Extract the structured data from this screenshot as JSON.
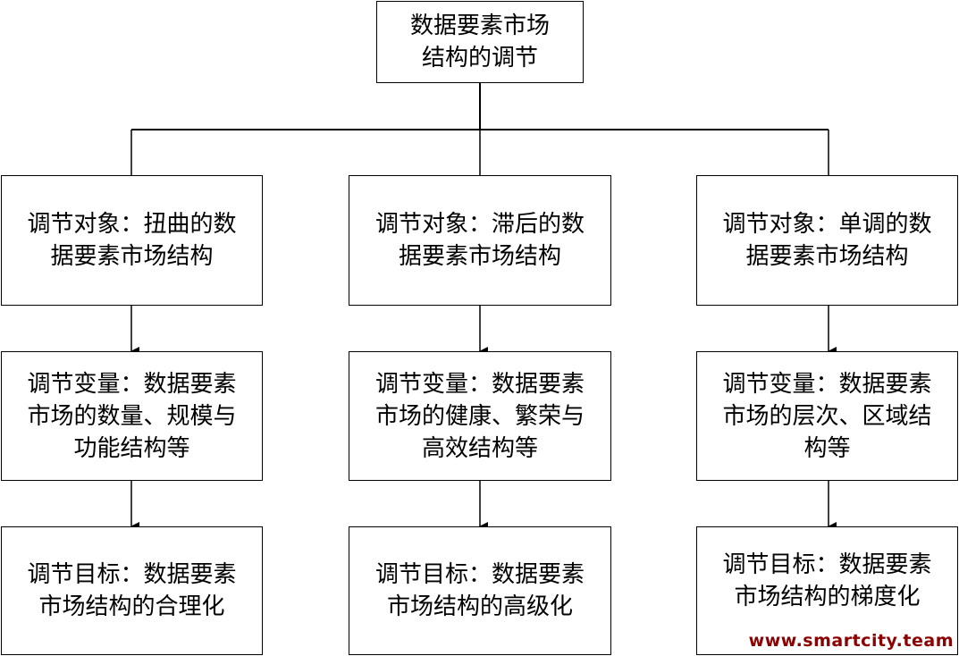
{
  "root": {
    "line1": "数据要素市场",
    "line2": "结构的调节"
  },
  "columns": [
    {
      "object": {
        "line1": "调节对象：扭曲的数",
        "line2": "据要素市场结构"
      },
      "variable": {
        "line1": "调节变量：数据要素",
        "line2": "市场的数量、规模与",
        "line3": "功能结构等"
      },
      "goal": {
        "line1": "调节目标：数据要素",
        "line2": "市场结构的合理化"
      }
    },
    {
      "object": {
        "line1": "调节对象：滞后的数",
        "line2": "据要素市场结构"
      },
      "variable": {
        "line1": "调节变量：数据要素",
        "line2": "市场的健康、繁荣与",
        "line3": "高效结构等"
      },
      "goal": {
        "line1": "调节目标：数据要素",
        "line2": "市场结构的高级化"
      }
    },
    {
      "object": {
        "line1": "调节对象：单调的数",
        "line2": "据要素市场结构"
      },
      "variable": {
        "line1": "调节变量：数据要素",
        "line2": "市场的层次、区域结",
        "line3": "构等"
      },
      "goal": {
        "line1": "调节目标：数据要素",
        "line2": "市场结构的梯度化"
      }
    }
  ],
  "watermark": "www.smartcity.team",
  "colors": {
    "watermark": "#8b0000",
    "line": "#000000"
  }
}
